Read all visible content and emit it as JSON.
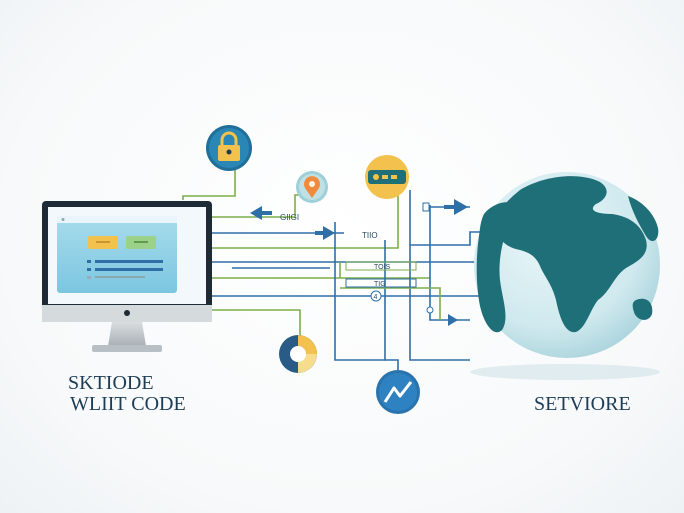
{
  "left_caption": {
    "line1": "SKTIODE",
    "line2": "WLIIT CODE"
  },
  "right_caption": "SETVIORE",
  "connector_labels": {
    "top_arrow": "GIIGI",
    "middle_arrow": "TIIO",
    "mid_tag": "TOIS",
    "lower_tag": "TIG",
    "circle_mark": "4"
  },
  "monitor": {
    "screen": {
      "button_a": "",
      "button_b": ""
    }
  },
  "icons": [
    "lock-icon",
    "location-pin-icon",
    "toggle-badge-icon",
    "pie-chart-icon",
    "trend-line-icon",
    "globe-icon"
  ],
  "colors": {
    "navy": "#1d3c55",
    "teal": "#1f6f78",
    "line_blue": "#2f6fa8",
    "line_green": "#7cae4c",
    "gold": "#f2c14e",
    "screen": "#8ed0e6"
  }
}
